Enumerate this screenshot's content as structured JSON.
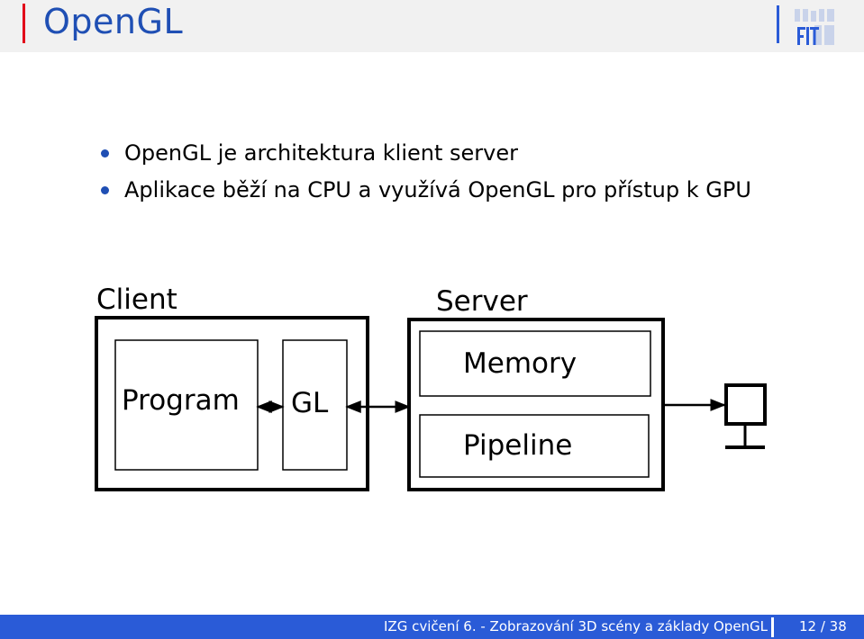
{
  "slide": {
    "title": "OpenGL",
    "bullets": [
      "OpenGL je architektura klient server",
      "Aplikace běží na CPU a využívá OpenGL pro přístup k GPU"
    ]
  },
  "diagram": {
    "client_label": "Client",
    "server_label": "Server",
    "program_label": "Program",
    "gl_label": "GL",
    "memory_label": "Memory",
    "pipeline_label": "Pipeline"
  },
  "footer": {
    "text": "IZG cvičení 6. - Zobrazování 3D scény a základy OpenGL",
    "page": "12 / 38"
  },
  "colors": {
    "accent": "#2a5bd7",
    "title": "#1f4fb4",
    "title_bar": "#e2001a"
  }
}
